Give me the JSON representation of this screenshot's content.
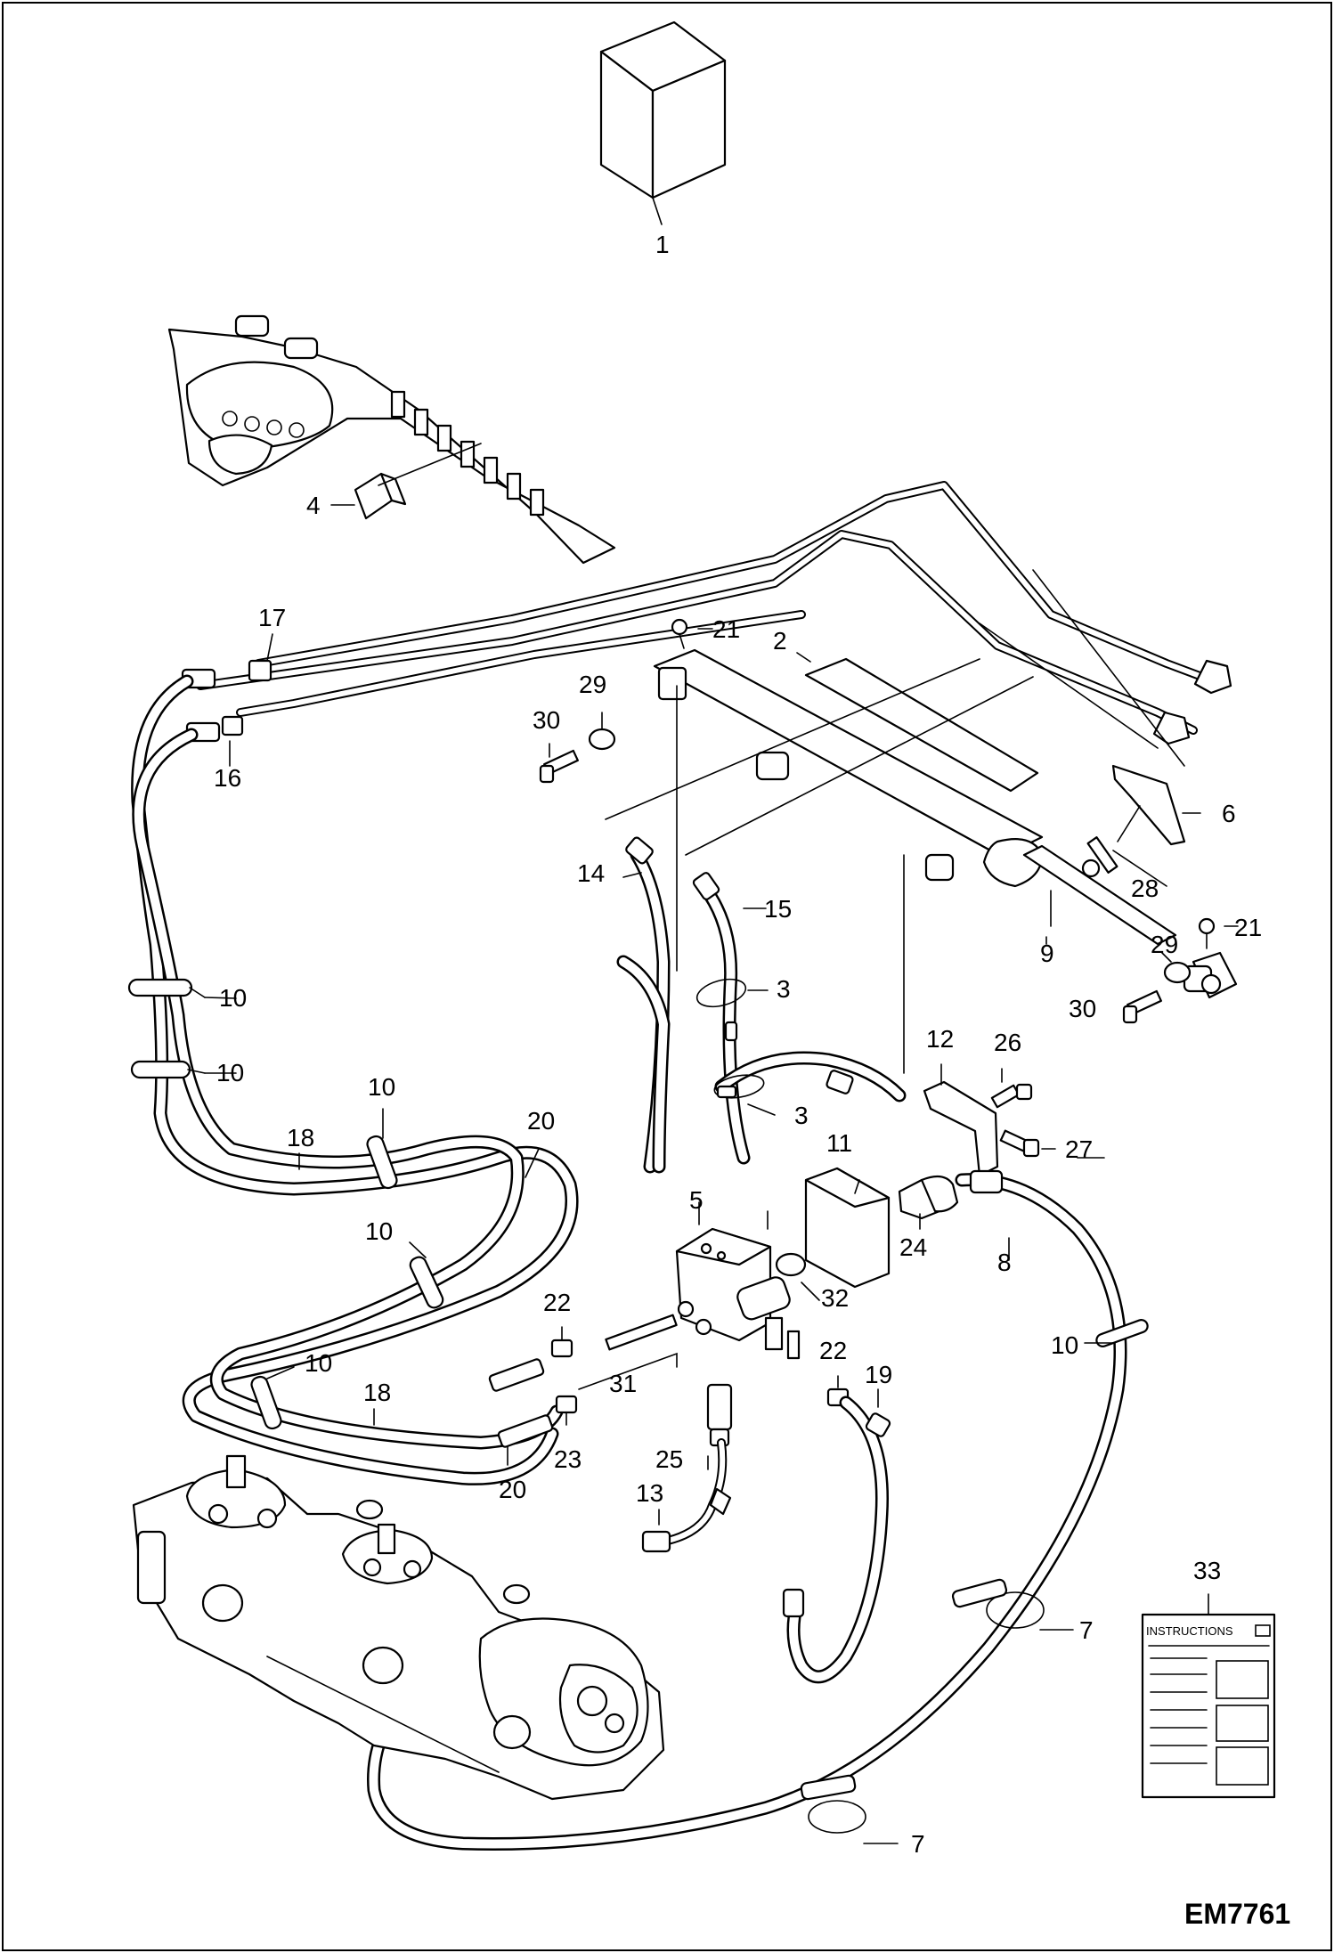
{
  "figure_code": "EM7761",
  "instructions_text": "INSTRUCTIONS",
  "callouts": [
    "1",
    "2",
    "3",
    "3",
    "4",
    "5",
    "6",
    "7",
    "7",
    "8",
    "9",
    "10",
    "10",
    "10",
    "10",
    "10",
    "10",
    "11",
    "12",
    "13",
    "14",
    "15",
    "16",
    "17",
    "18",
    "18",
    "19",
    "20",
    "20",
    "21",
    "21",
    "22",
    "22",
    "23",
    "24",
    "25",
    "26",
    "27",
    "28",
    "29",
    "29",
    "30",
    "30",
    "31",
    "32",
    "33"
  ]
}
